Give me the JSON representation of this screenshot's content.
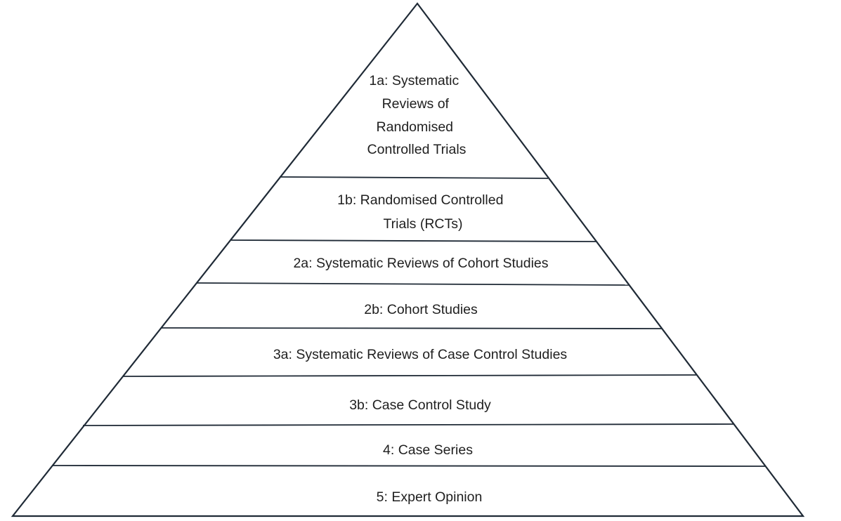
{
  "diagram": {
    "type": "pyramid",
    "levels": [
      {
        "id": "1a",
        "lines": [
          "1a: Systematic",
          "Reviews of",
          "Randomised",
          "Controlled Trials"
        ]
      },
      {
        "id": "1b",
        "lines": [
          "1b: Randomised Controlled",
          "Trials (RCTs)"
        ]
      },
      {
        "id": "2a",
        "lines": [
          "2a: Systematic Reviews of Cohort Studies"
        ]
      },
      {
        "id": "2b",
        "lines": [
          "2b: Cohort Studies"
        ]
      },
      {
        "id": "3a",
        "lines": [
          "3a: Systematic Reviews of Case Control Studies"
        ]
      },
      {
        "id": "3b",
        "lines": [
          "3b: Case Control Study"
        ]
      },
      {
        "id": "4",
        "lines": [
          "4: Case Series"
        ]
      },
      {
        "id": "5",
        "lines": [
          "5: Expert Opinion"
        ]
      }
    ],
    "colors": {
      "stroke": "#1f2a36",
      "fill": "#ffffff",
      "text": "#1f1f1f"
    }
  }
}
